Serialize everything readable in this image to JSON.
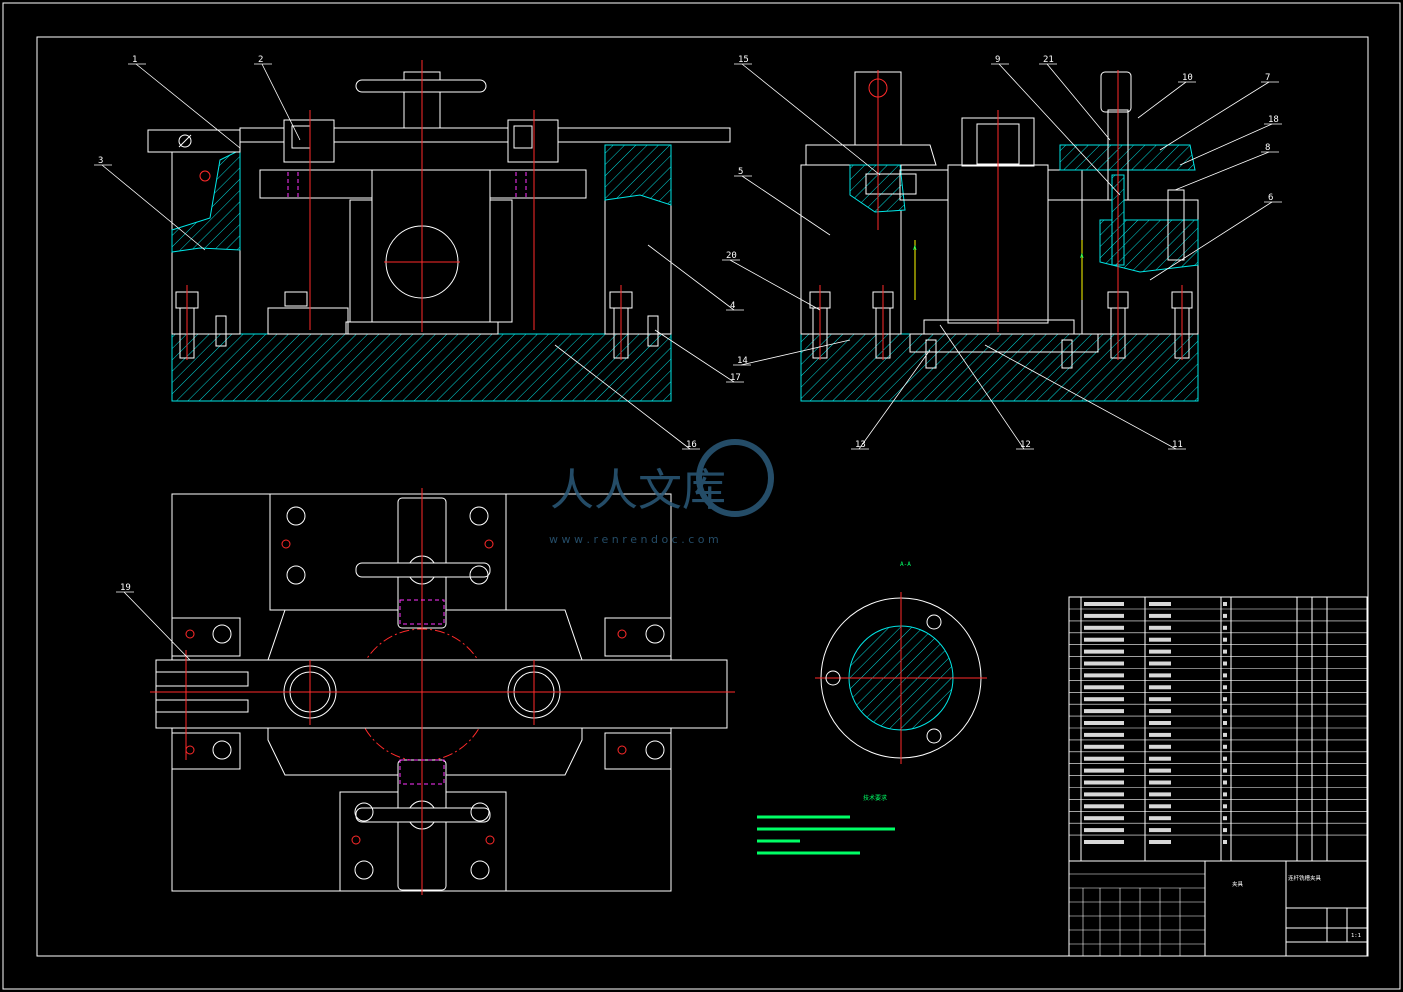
{
  "part_labels": [
    "1",
    "2",
    "3",
    "4",
    "5",
    "6",
    "7",
    "8",
    "9",
    "10",
    "11",
    "12",
    "13",
    "14",
    "15",
    "16",
    "17",
    "18",
    "19",
    "20",
    "21"
  ],
  "section_mark": "A",
  "section_view_label": "A-A",
  "tech_req_title": "技术要求",
  "watermark": {
    "brand": "人人文库",
    "url": "w w w . r e n r e n d o c . c o m"
  },
  "title_block": {
    "drawing_title": "连杆铣槽夹具",
    "name": "夹具",
    "scale": "1:1"
  },
  "colors": {
    "outline": "#ffffff",
    "center": "#ff2a2a",
    "hidden": "#ff33ff",
    "hatch": "#00e5e5",
    "text": "#00ff66",
    "frame": "#ffffff"
  }
}
